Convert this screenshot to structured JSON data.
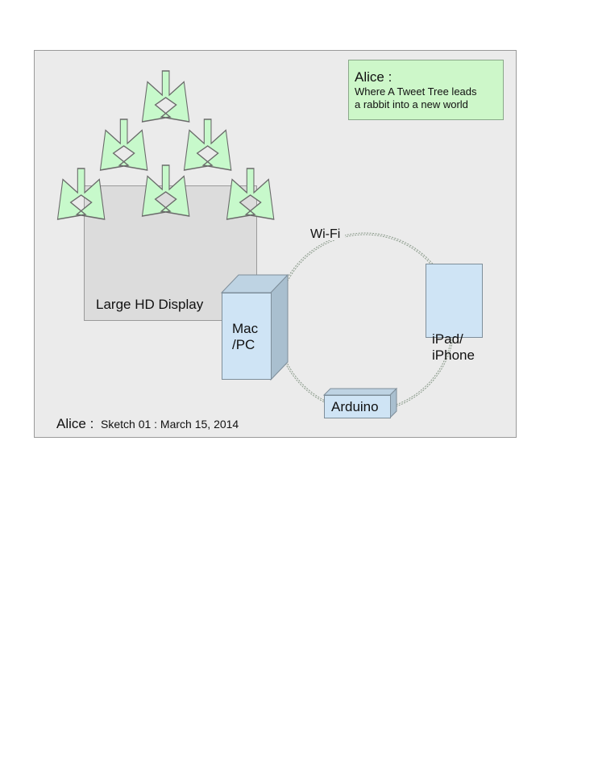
{
  "note": {
    "title": "Alice :",
    "line1": "Where A Tweet Tree leads",
    "line2": "a rabbit into a new world"
  },
  "display": {
    "label": "Large HD Display"
  },
  "network": {
    "label": "Wi-Fi"
  },
  "computer": {
    "line1": "Mac",
    "line2": "/PC"
  },
  "tablet": {
    "line1": "iPad/",
    "line2": "iPhone"
  },
  "arduino": {
    "label": "Arduino"
  },
  "footer": {
    "title": "Alice :",
    "detail": "Sketch 01 : March 15, 2014"
  },
  "colors": {
    "frame_fill": "#ebebeb",
    "frame_stroke": "#9a9a9a",
    "note_fill": "#cdf7c9",
    "tree_fill": "#c7f9cb",
    "tree_stroke": "#6a6a6a",
    "display_fill": "#dcdcdc",
    "device_fill": "#cfe4f5",
    "device_side": "#a9bfcf",
    "device_top": "#bed3e3",
    "wifi_stroke": "#8a9a8a"
  }
}
